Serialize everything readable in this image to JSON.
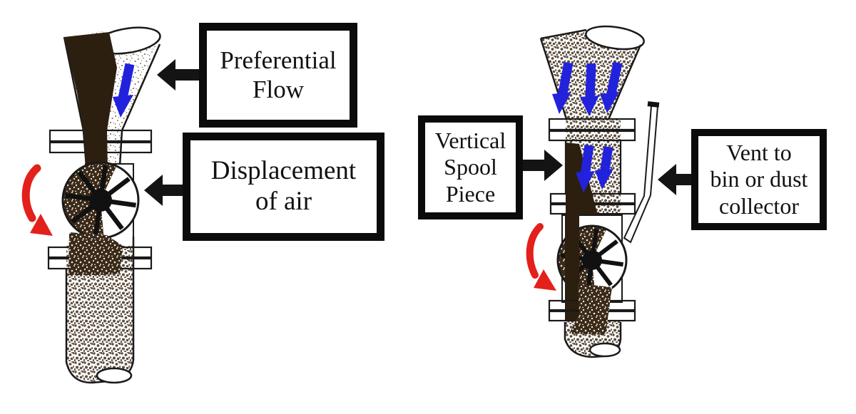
{
  "labels": {
    "preferential_flow": {
      "line1": "Preferential",
      "line2": "Flow"
    },
    "displacement_of_air": {
      "line1": "Displacement",
      "line2": "of air"
    },
    "vertical_spool_piece": {
      "line1": "Vertical",
      "line2": "Spool",
      "line3": "Piece"
    },
    "vent_to_bin": {
      "line1": "Vent to",
      "line2": "bin or dust",
      "line3": "collector"
    }
  },
  "colors": {
    "background": "#ffffff",
    "material_brown": "#2d1f10",
    "flow_arrow_blue": "#2222dd",
    "rotation_arrow_red": "#e3201b",
    "outline_black": "#1a1a1a",
    "pointer_black": "#141414",
    "label_border": "#0b0b0b",
    "label_text": "#111111"
  },
  "icons": {
    "flow_direction": "down-arrow-icon",
    "rotor_rotation": "curved-arrow-icon",
    "label_pointer": "block-arrow-icon"
  }
}
